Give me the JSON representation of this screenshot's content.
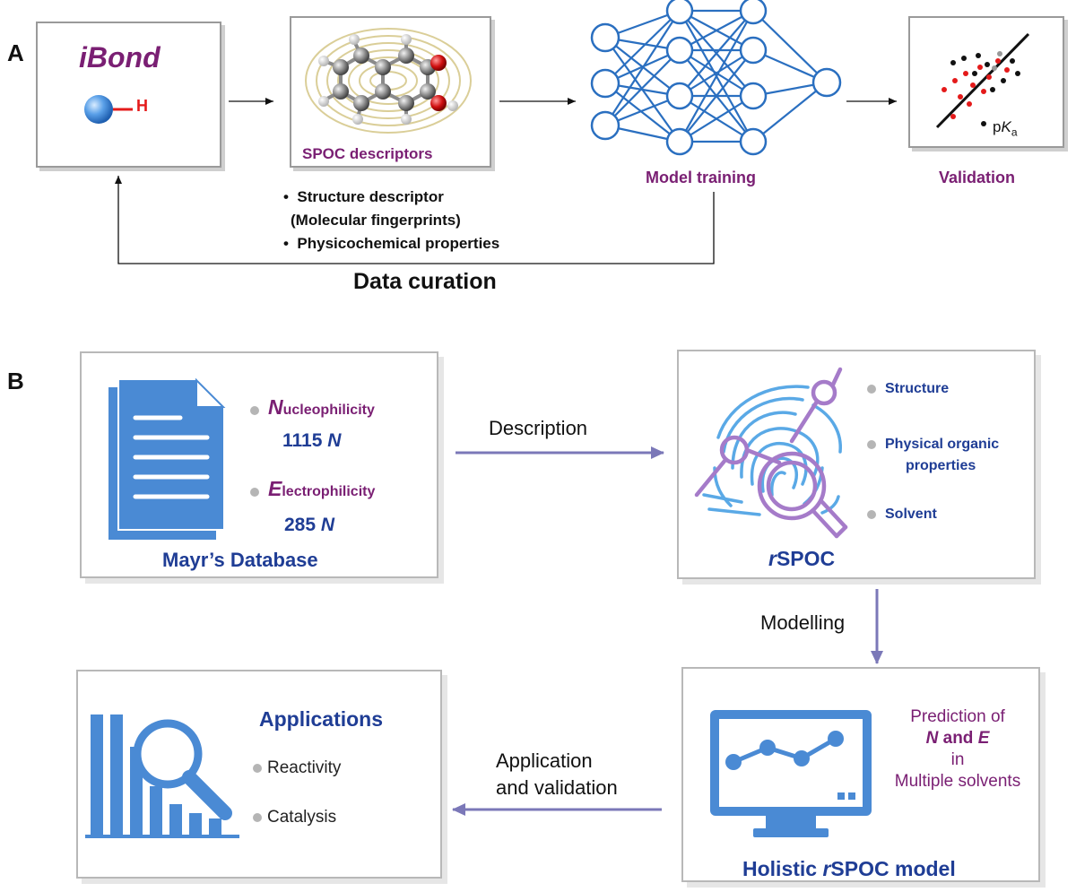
{
  "panel_a": {
    "label": "A",
    "ibond_title": "iBond",
    "h_label": "H",
    "spoc_title": "SPOC descriptors",
    "bullets": [
      "Structure descriptor",
      "(Molecular fingerprints)",
      "Physicochemical properties"
    ],
    "model_label": "Model training",
    "validation_label": "Validation",
    "pka_p": "p",
    "pka_k": "K",
    "pka_a": "a",
    "data_curation": "Data curation"
  },
  "panel_b": {
    "label": "B",
    "mayr": {
      "n_initial": "N",
      "n_rest": "ucleophilicity",
      "n_count": "1115",
      "n_unit": "N",
      "e_initial": "E",
      "e_rest": "lectrophilicity",
      "e_count": "285",
      "e_unit": "N",
      "title": "Mayr’s Database"
    },
    "description": "Description",
    "rspoc": {
      "items": [
        "Structure",
        "Physical organic",
        "properties",
        "Solvent"
      ],
      "title_r": "r",
      "title_rest": "SPOC"
    },
    "modelling": "Modelling",
    "holistic": {
      "pred_line1": "Prediction of",
      "pred_n": "N",
      "pred_and": " and ",
      "pred_e": "E",
      "pred_in": "in",
      "pred_line4": "Multiple solvents",
      "title_pre": "Holistic ",
      "title_r": "r",
      "title_post": "SPOC model"
    },
    "application_line1": "Application",
    "application_line2": "and validation",
    "applications": {
      "title": "Applications",
      "items": [
        "Reactivity",
        "Catalysis"
      ]
    }
  },
  "colors": {
    "purple": "#7a1f73",
    "navy": "#1f3d95",
    "icon_blue": "#4a8ad4",
    "network_blue": "#2a6fc0",
    "arrow_purple": "#7b78b8",
    "fingerprint_blue": "#5aa9e6",
    "fingerprint_purple": "#a57bc9"
  }
}
